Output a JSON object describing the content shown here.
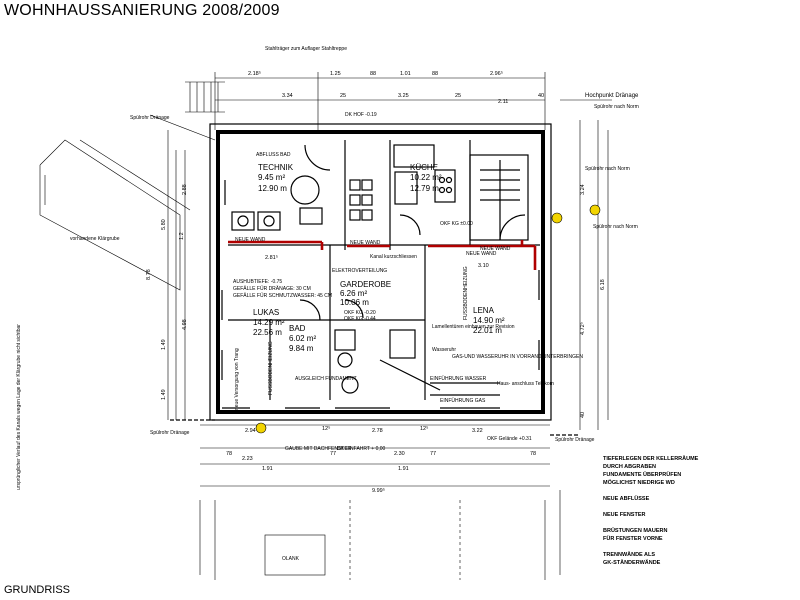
{
  "header": {
    "title": "WOHNHAUSSANIERUNG 2008/2009"
  },
  "footer": {
    "caption": "GRUNDRISS"
  },
  "rooms": {
    "technik": {
      "name": "TECHNIK",
      "area": "9.45 m²",
      "perimeter": "12.90 m"
    },
    "kueche": {
      "name": "KÜCHE",
      "area": "10.22 m²",
      "perimeter": "12.79 m"
    },
    "garderobe": {
      "name": "GARDEROBE",
      "area": "6.26 m²",
      "perimeter": "10.06 m"
    },
    "lukas": {
      "name": "LUKAS",
      "area": "14.29 m²",
      "perimeter": "22.56 m"
    },
    "bad": {
      "name": "BAD",
      "area": "6.02 m²",
      "perimeter": "9.84 m"
    },
    "lena": {
      "name": "LENA",
      "area": "14.90 m²",
      "perimeter": "22.01 m"
    }
  },
  "labels": {
    "hochpunkt": "Hochpunkt Dränage",
    "spuelrohr_left_top": "Spülrohr Dränage",
    "spuelrohr_left_bottom": "Spülrohr Dränage",
    "spuelrohr_right_bottom": "Spülrohr Dränage",
    "spuelrohr_norm_1": "Spülrohr nach Norm",
    "spuelrohr_norm_2": "Spülrohr nach Norm",
    "spuelrohr_norm_3": "Spülrohr nach Norm",
    "neue_wand_1": "NEUE WAND",
    "neue_wand_2": "NEUE WAND",
    "neue_wand_3": "NEUE WAND",
    "neue_wand_4": "NEUE WAND",
    "abfluss_bad": "ABFLUSS BAD",
    "kanal": "Kanal kurzschliessen",
    "elektro": "ELEKTROVERTEILUNG",
    "aushubtiefe": "AUSHUBTIEFE: -0.75",
    "gefaelle_1": "GEFÄLLE FÜR DRÄNAGE: 30 CM",
    "gefaelle_2": "GEFÄLLE FÜR SCHMUTZWASSER: 45 CM",
    "ausgleich": "AUSGLEICH FUNDAMENT",
    "fussbodenheizung_left": "FUSSBODENHEIZUNG",
    "fussbodenheizung_right": "FUSSBODENHEIZUNG",
    "lamellen": "Lamellentüren einbauen zur Revision",
    "gas_wasser": "GAS-UND WASSERUHR IN VORRAND UNTERBRINGEN",
    "einfuehrung_wasser": "EINFÜHRUNG WASSER",
    "einfuehrung_gas": "EINFÜHRUNG GAS",
    "hausanschluss": "Haus- anschluss Telekom",
    "okf_kueche": "OKF KG ±0.00",
    "okf_garderobe_1": "OKF KG -0.20",
    "okf_garderobe_2": "OKF KG -0.44",
    "dk_hof": "DK HOF -0.19",
    "dk_einfahrt": "DK EINFAHRT + 0,00",
    "okf_gelaende": "OKF Gelände +0.31",
    "vorhandene_klaergrube": "vorhandene Klärgrube",
    "wasserzufuhr": "neue Versorgung von Trang",
    "olank": "OLANK",
    "stahltraeger": "Stahlträger zum Auflager Stahltreppe",
    "wasseruhr": "Wasseruhr",
    "gaube": "GAUBE MIT DACHFENSTER",
    "vermerk": "ursprünglicher Verlauf des Kanals wegen Lage der Klärgrube nicht sichtbar"
  },
  "dimensions": {
    "top_a": "2.18⁵",
    "top_b": "3.34",
    "top_c": "1.25",
    "top_d": "88",
    "top_e": "1.01",
    "top_f": "88",
    "top_g": "2.96⁵",
    "row2_a": "25",
    "row2_b": "3.25",
    "row2_c": "25",
    "row2_d": "2.11",
    "row2_e": "40",
    "left_a": "5.80",
    "left_b": "2.88",
    "left_c": "1.2",
    "left_d": "4.98",
    "left_e": "1.49",
    "left_f": "8.78",
    "left_g": "1.49",
    "right_a": "3.24",
    "right_b": "6.18",
    "right_c": "4.72⁵",
    "right_d": "40",
    "wall_lukas": "2.81⁵",
    "wall_lena": "3.10",
    "bottom_a": "2.94",
    "bottom_b": "12⁵",
    "bottom_c": "2.78",
    "bottom_d": "12⁵",
    "bottom_e": "3.22",
    "bottom_row_a": "78",
    "bottom_row_b": "2.23",
    "bottom_row_c": "77",
    "bottom_row_d": "2.30",
    "bottom_row_e": "77",
    "bottom_row_f": "78",
    "bottom_total_a": "1.91",
    "bottom_total_b": "1.91",
    "bottom_total_c": "9.99⁵"
  },
  "notes": [
    "TIEFERLEGEN DER KELLERRÄUME DURCH ABGRABEN FUNDAMENTE ÜBERPRÜFEN MÖGLICHST NIEDRIGE WD",
    "NEUE ABFLÜSSE",
    "NEUE FENSTER",
    "BRÜSTUNGEN MAUERN FÜR FENSTER VORNE",
    "TRENNWÄNDE ALS GK-STÄNDERWÄNDE"
  ],
  "colors": {
    "new_wall": "#b00000",
    "marker": "#f2d400"
  }
}
